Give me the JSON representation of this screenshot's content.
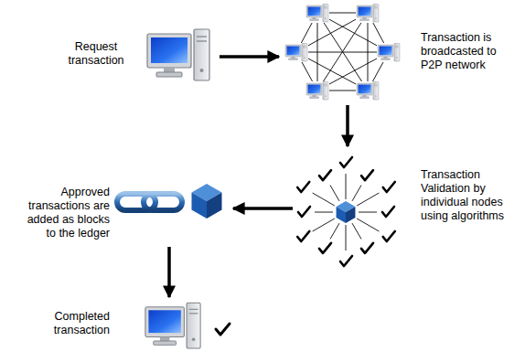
{
  "diagram": {
    "nodes": [
      {
        "text": [
          "Request transaction"
        ]
      },
      {
        "text": [
          "Transaction is broadcasted to P2P network"
        ]
      },
      {
        "text": [
          "Transaction Validation by individual nodes using algorithms"
        ]
      },
      {
        "text": [
          "Approved transactions are added as blocks to the ledger"
        ]
      },
      {
        "text": [
          "Completed transaction"
        ]
      }
    ],
    "edges": [
      {
        "from": 0,
        "to": 1,
        "arrow": "to"
      },
      {
        "from": 1,
        "to": 2,
        "arrow": "to"
      },
      {
        "from": 2,
        "to": 3,
        "arrow": "to"
      },
      {
        "from": 3,
        "to": 4,
        "arrow": "to"
      }
    ]
  }
}
